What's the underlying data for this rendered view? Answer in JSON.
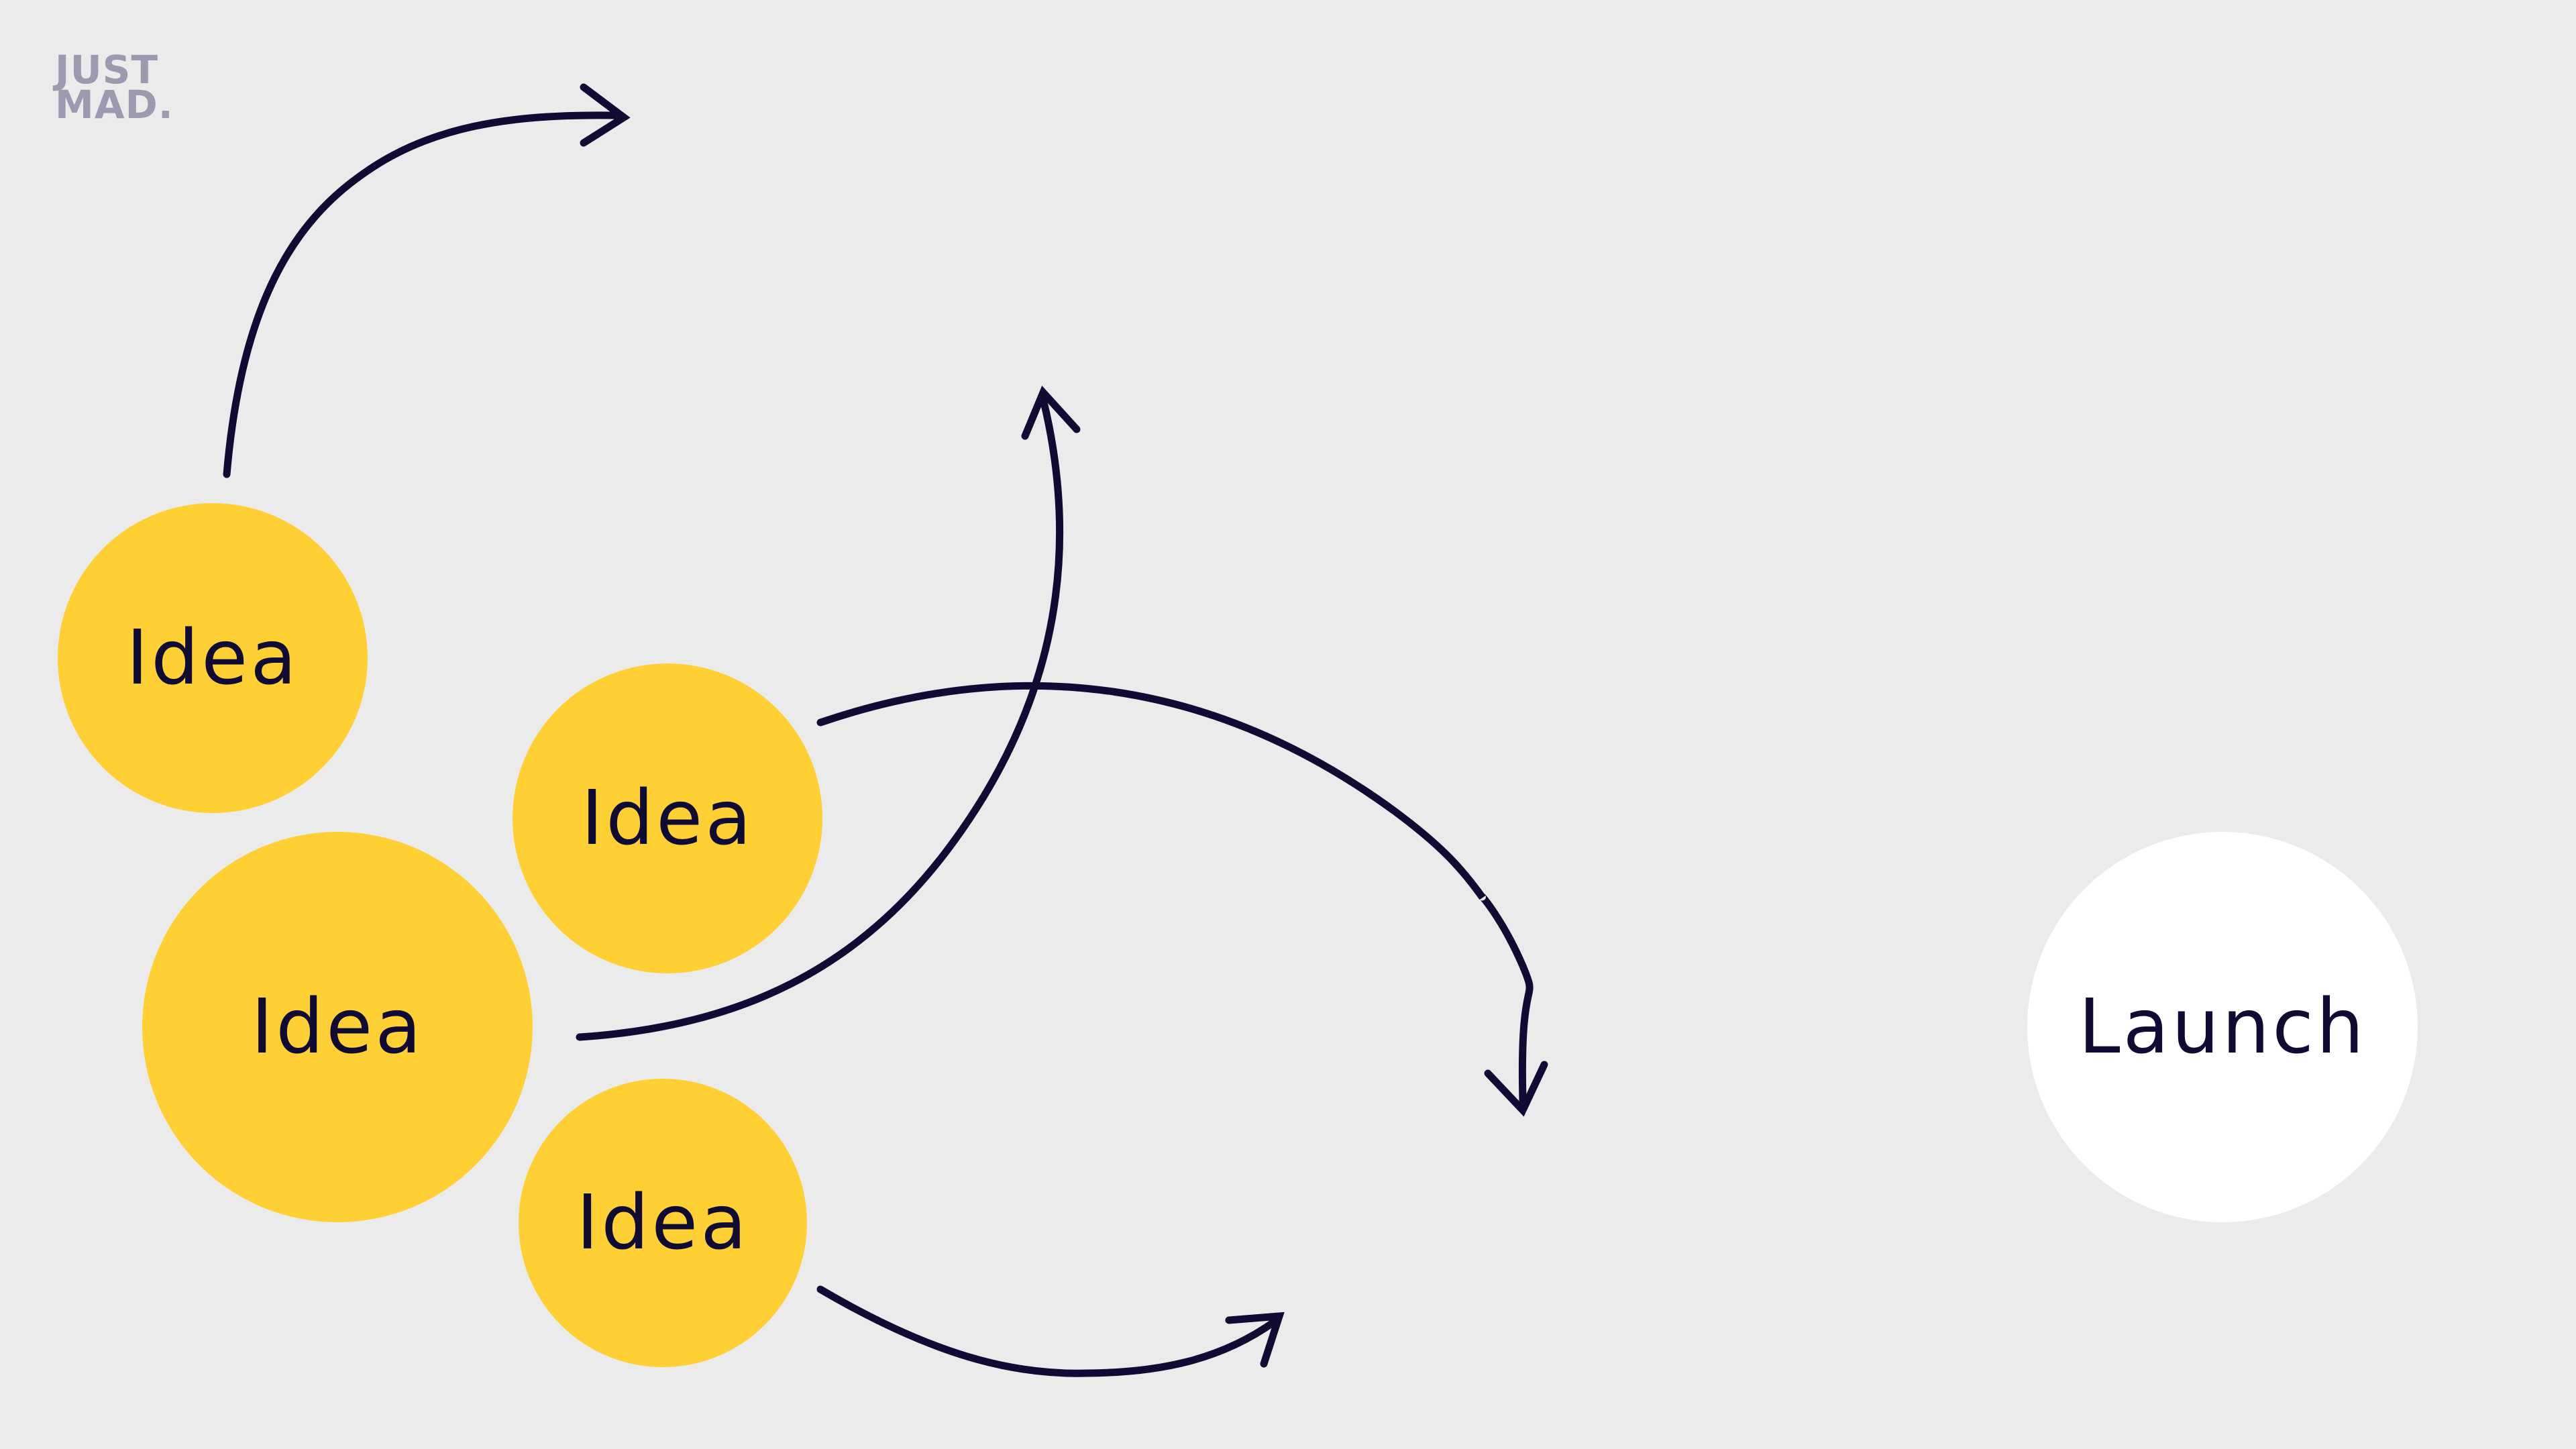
{
  "logo": {
    "line1": "JUST",
    "line2": "MAD."
  },
  "nodes": [
    {
      "id": "idea-1",
      "label": "Idea",
      "kind": "idea"
    },
    {
      "id": "idea-2",
      "label": "Idea",
      "kind": "idea"
    },
    {
      "id": "idea-3",
      "label": "Idea",
      "kind": "idea"
    },
    {
      "id": "idea-4",
      "label": "Idea",
      "kind": "idea"
    },
    {
      "id": "launch",
      "label": "Launch",
      "kind": "launch"
    }
  ],
  "colors": {
    "background": "#ebebeb",
    "idea_fill": "#ffd034",
    "launch_fill": "#ffffff",
    "text": "#0f0b33",
    "arrow": "#0f0b33",
    "logo": "#9c9aaf"
  }
}
